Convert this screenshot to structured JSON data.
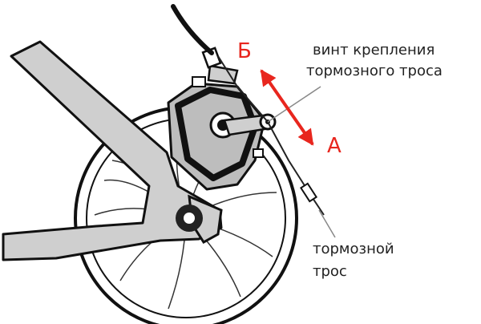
{
  "labels": {
    "marker_b": "Б",
    "marker_a": "А",
    "screw_line1": "винт крепления",
    "screw_line2": "тормозного троса",
    "cable_line1": "тормозной",
    "cable_line2": "трос"
  },
  "colors": {
    "accent": "#e8261e",
    "outline": "#111111",
    "caliper_fill": "#bdbdbd",
    "frame_fill": "#cfcfcf",
    "disc_fill": "#ffffff",
    "leader": "#888888"
  }
}
